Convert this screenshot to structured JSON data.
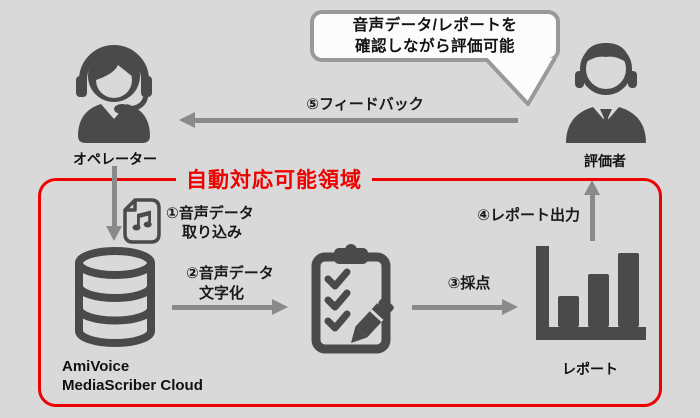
{
  "colors": {
    "background": "#d9d9d9",
    "icon": "#4a4a4a",
    "arrow": "#8a8a8a",
    "region_border": "#ee0101",
    "region_title": "#ee0101",
    "bubble_border": "#999999",
    "bubble_fill": "#fcfcfc",
    "text": "#111111"
  },
  "speech_bubble": {
    "line1": "音声データ/レポートを",
    "line2": "確認しながら評価可能"
  },
  "actors": {
    "operator": {
      "label": "オペレーター",
      "icon": "operator-headset-icon"
    },
    "evaluator": {
      "label": "評価者",
      "icon": "evaluator-businessman-icon"
    }
  },
  "region": {
    "title": "自動対応可能領域"
  },
  "flow": {
    "step1": {
      "line1": "①音声データ",
      "line2": "取り込み",
      "icon": "audio-file-icon",
      "direction": "down"
    },
    "step2": {
      "line1": "②音声データ",
      "line2": "文字化",
      "direction": "right"
    },
    "step3": {
      "label": "③採点",
      "direction": "right"
    },
    "step4": {
      "label": "④レポート出力",
      "direction": "up"
    },
    "step5": {
      "label": "⑤フィードバック",
      "direction": "left"
    }
  },
  "nodes": {
    "database": {
      "line1": "AmiVoice",
      "line2": "MediaScriber Cloud",
      "icon": "database-icon"
    },
    "checklist": {
      "icon": "checklist-pencil-icon"
    },
    "report": {
      "label": "レポート",
      "icon": "bar-chart-icon"
    }
  }
}
